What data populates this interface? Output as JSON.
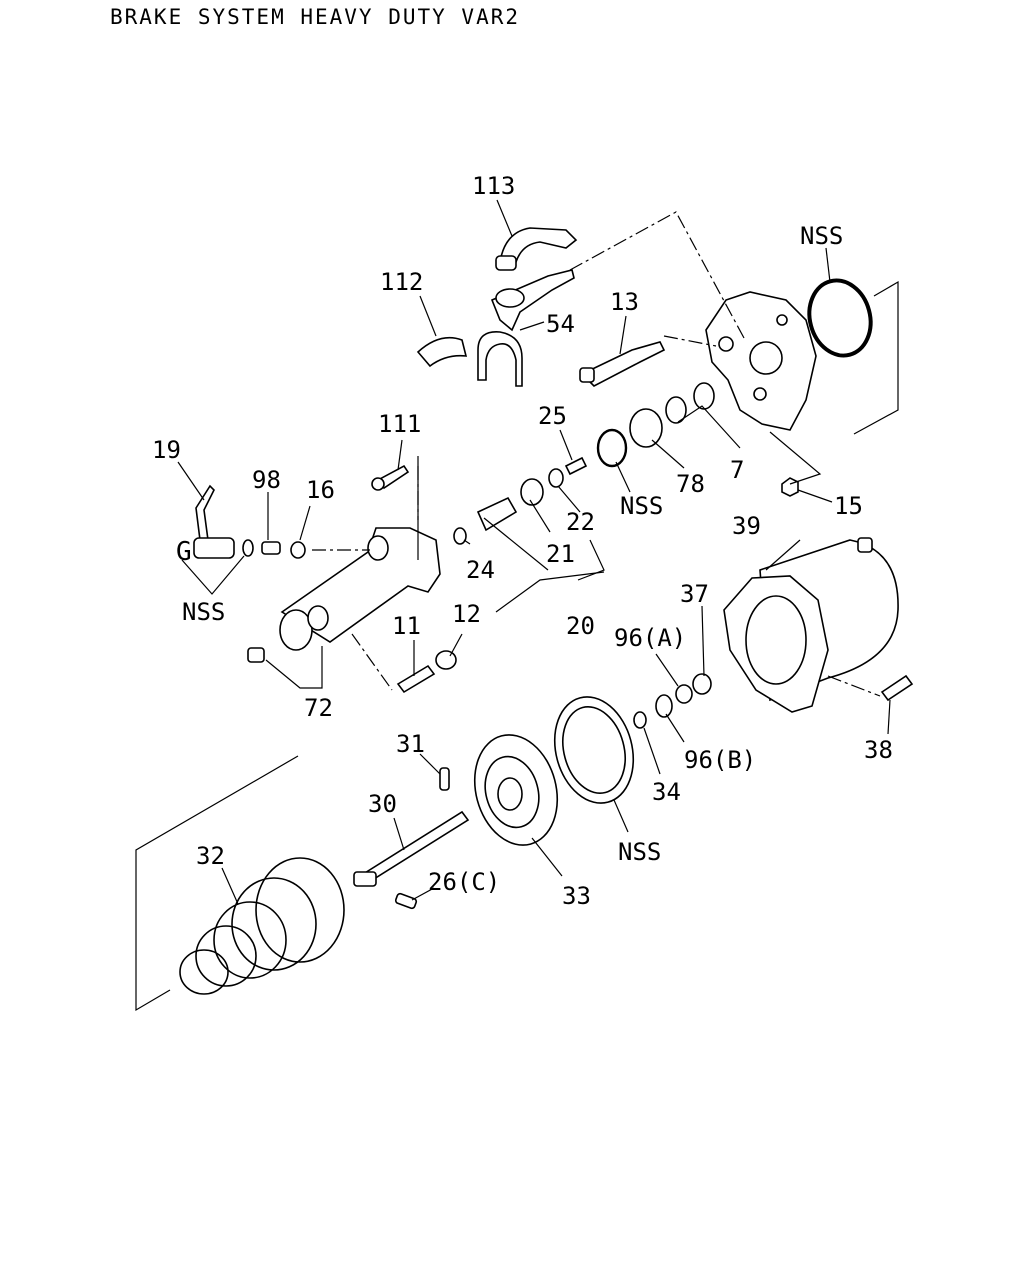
{
  "title": "BRAKE SYSTEM HEAVY DUTY VAR2",
  "labels": {
    "p113": "113",
    "p112": "112",
    "p54": "54",
    "p13": "13",
    "p_nss_ring_top": "NSS",
    "p111": "111",
    "p25": "25",
    "p_nss_oring": "NSS",
    "p78": "78",
    "p7": "7",
    "p15": "15",
    "p19": "19",
    "p98": "98",
    "p16": "16",
    "p_nss_left": "NSS",
    "p24": "24",
    "p22": "22",
    "p21": "21",
    "p20": "20",
    "p39": "39",
    "p11": "11",
    "p12": "12",
    "p72": "72",
    "p37": "37",
    "p96a": "96(A)",
    "p96b": "96(B)",
    "p34": "34",
    "p38": "38",
    "p31": "31",
    "p30": "30",
    "p32": "32",
    "p26c": "26(C)",
    "p33": "33",
    "p_nss_seal": "NSS"
  }
}
